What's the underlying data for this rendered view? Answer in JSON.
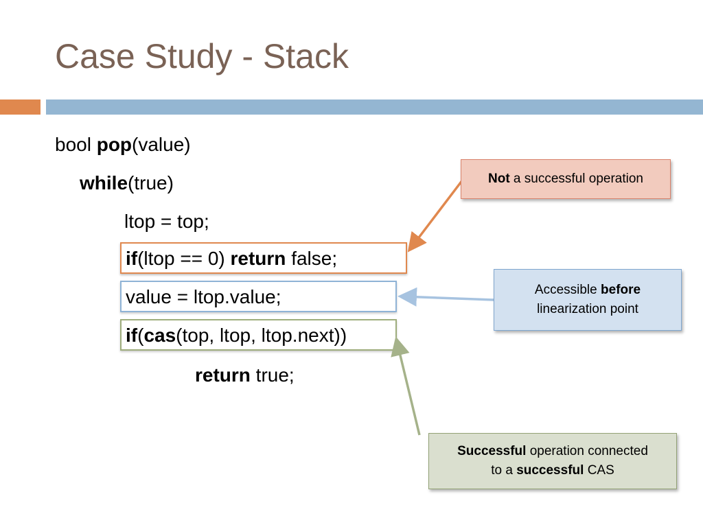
{
  "title": "Case Study - Stack",
  "colors": {
    "title": "#7a6255",
    "bar_orange": "#e0884e",
    "bar_blue": "#94b6d2",
    "callout_orange_fill": "#f2cbbe",
    "callout_blue_fill": "#d3e1f0",
    "callout_green_fill": "#dadfcf"
  },
  "code": {
    "line1": {
      "kw1": "bool ",
      "bold": "pop",
      "rest": "(value)"
    },
    "line2": {
      "bold": "while",
      "rest": "(true)"
    },
    "line3": {
      "text": "ltop = top;"
    },
    "line4": {
      "bold1": "if",
      "mid": "(ltop == 0) ",
      "bold2": "return",
      "rest": " false;"
    },
    "line5": {
      "text": "value = ltop.value;"
    },
    "line6": {
      "bold1": "if",
      "paren": "(",
      "bold2": "cas",
      "rest": "(top, ltop, ltop.next))"
    },
    "line7": {
      "bold": "return",
      "rest": " true;"
    }
  },
  "callouts": {
    "not_successful": {
      "bold": "Not",
      "rest": " a successful operation"
    },
    "accessible": {
      "pre": "Accessible ",
      "bold": "before",
      "line2": "linearization point"
    },
    "successful": {
      "bold1": "Successful",
      "rest1": " operation connected",
      "pre2": "to a ",
      "bold2": "successful",
      "rest2": " CAS"
    }
  }
}
